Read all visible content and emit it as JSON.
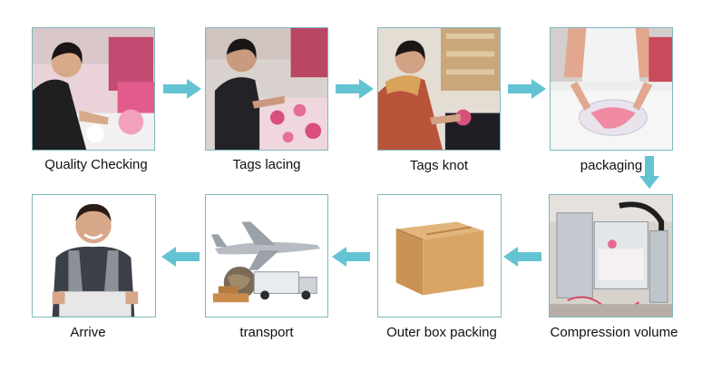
{
  "steps": [
    {
      "label": "Quality Checking",
      "icon": "worker-inspecting-clothes-photo"
    },
    {
      "label": "Tags lacing",
      "icon": "worker-attaching-tags-photo"
    },
    {
      "label": "Tags knot",
      "icon": "worker-tying-tags-photo"
    },
    {
      "label": "packaging",
      "icon": "worker-bagging-garment-photo"
    },
    {
      "label": "Compression volume",
      "icon": "compression-machine-photo"
    },
    {
      "label": "Outer box packing",
      "icon": "cardboard-box-photo"
    },
    {
      "label": "transport",
      "icon": "airplane-truck-globe-photo"
    },
    {
      "label": "Arrive",
      "icon": "delivery-man-with-box-photo"
    }
  ],
  "colors": {
    "arrow": "#63c3d3",
    "frame": "#7fb9bd",
    "caption": "#111111"
  }
}
